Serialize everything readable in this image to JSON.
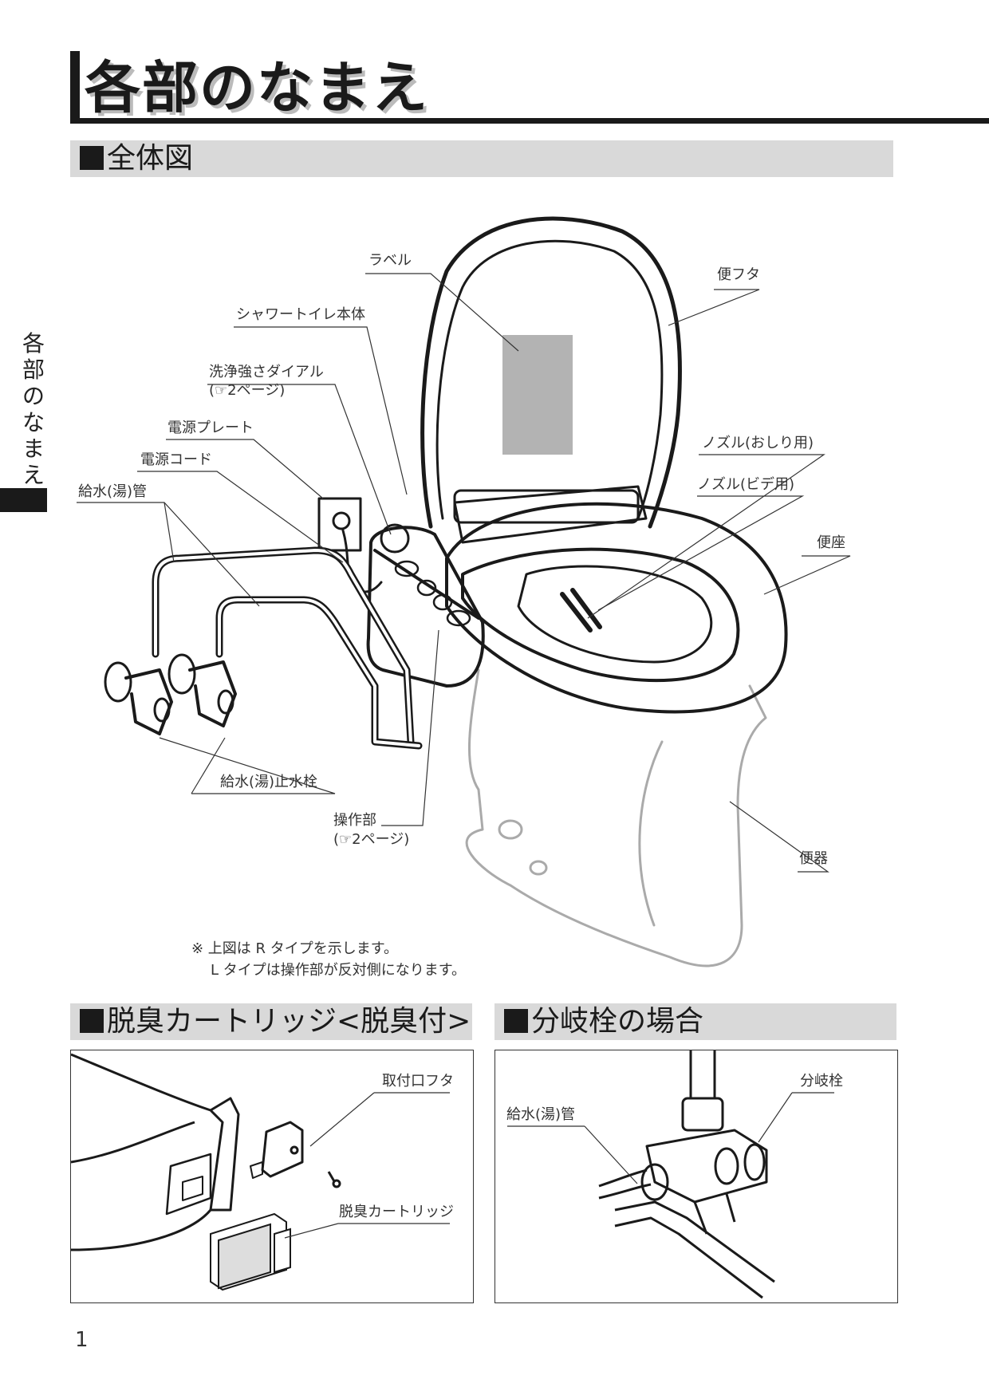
{
  "page": {
    "title": "各部のなまえ",
    "side_tab": "各部のなまえ",
    "page_number": "1"
  },
  "sections": {
    "overall": "全体図",
    "deodorizer": "脱臭カートリッジ<脱臭付>",
    "branch": "分岐栓の場合"
  },
  "overall_labels": {
    "label": "ラベル",
    "lid": "便フタ",
    "body": "シャワートイレ本体",
    "dial_line1": "洗浄強さダイアル",
    "dial_line2": "(☞2ページ)",
    "plate": "電源プレート",
    "cord": "電源コード",
    "supply_pipe": "給水(湯)管",
    "nozzle_rear": "ノズル(おしり用)",
    "nozzle_bidet": "ノズル(ビデ用)",
    "seat": "便座",
    "stop_valve": "給水(湯)止水栓",
    "control_line1": "操作部",
    "control_line2": "(☞2ページ)",
    "bowl": "便器"
  },
  "note": {
    "line1": "※ 上図は R タイプを示します。",
    "line2": "L タイプは操作部が反対側になります。"
  },
  "deodorizer_labels": {
    "cover": "取付口フタ",
    "cartridge": "脱臭カートリッジ"
  },
  "branch_labels": {
    "pipe": "給水(湯)管",
    "valve": "分岐栓"
  }
}
